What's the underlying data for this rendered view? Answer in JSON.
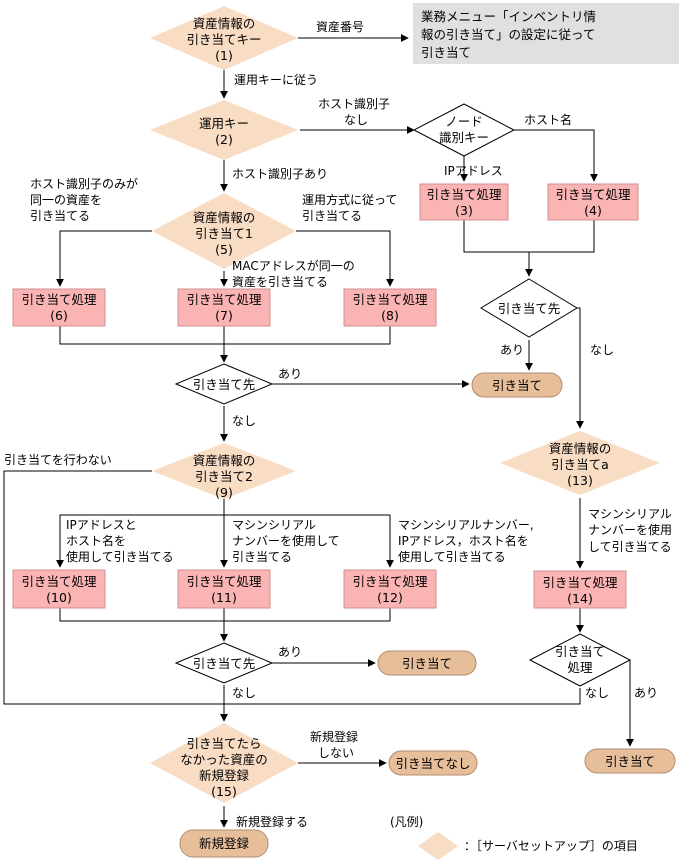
{
  "nodes": {
    "d1": {
      "line1": "資産情報の",
      "line2": "引き当てキー",
      "num": "(1)"
    },
    "note": {
      "line1": "業務メニュー「インベントリ情",
      "line2": "報の引き当て」の設定に従って",
      "line3": "引き当て"
    },
    "d2": {
      "line1": "運用キー",
      "num": "(2)"
    },
    "node_key": {
      "line1": "ノード",
      "line2": "識別キー"
    },
    "p3": {
      "line1": "引き当て処理",
      "num": "(3)"
    },
    "p4": {
      "line1": "引き当て処理",
      "num": "(4)"
    },
    "d5": {
      "line1": "資産情報の",
      "line2": "引き当て1",
      "num": "(5)"
    },
    "p6": {
      "line1": "引き当て処理",
      "num": "(6)"
    },
    "p7": {
      "line1": "引き当て処理",
      "num": "(7)"
    },
    "p8": {
      "line1": "引き当て処理",
      "num": "(8)"
    },
    "dest_a": {
      "line1": "引き当て先"
    },
    "dest_b": {
      "line1": "引き当て先"
    },
    "term1": {
      "label": "引き当て"
    },
    "d13": {
      "line1": "資産情報の",
      "line2": "引き当てa",
      "num": "(13)"
    },
    "d9": {
      "line1": "資産情報の",
      "line2": "引き当て2",
      "num": "(9)"
    },
    "p10": {
      "line1": "引き当て処理",
      "num": "(10)"
    },
    "p11": {
      "line1": "引き当て処理",
      "num": "(11)"
    },
    "p12": {
      "line1": "引き当て処理",
      "num": "(12)"
    },
    "p14": {
      "line1": "引き当て処理",
      "num": "(14)"
    },
    "dest_c": {
      "line1": "引き当て先"
    },
    "term2": {
      "label": "引き当て"
    },
    "dest_d": {
      "line1": "引き当て",
      "line2": "処理"
    },
    "d15": {
      "line1": "引き当てたら",
      "line2": "なかった資産の",
      "line3": "新規登録",
      "num": "(15)"
    },
    "term3": {
      "label": "引き当てなし"
    },
    "term4": {
      "label": "引き当て"
    },
    "term5": {
      "label": "新規登録"
    }
  },
  "edge_labels": {
    "asset_no": "資産番号",
    "follow_key": "運用キーに従う",
    "host_none_1": "ホスト識別子",
    "host_none_2": "なし",
    "host_name": "ホスト名",
    "ip_addr": "IPアドレス",
    "host_exists": "ホスト識別子あり",
    "host_only_1": "ホスト識別子のみが",
    "host_only_2": "同一の資産を",
    "host_only_3": "引き当てる",
    "by_method_1": "運用方式に従って",
    "by_method_2": "引き当てる",
    "mac_1": "MACアドレスが同一の",
    "mac_2": "資産を引き当てる",
    "ari_1": "あり",
    "nashi_1": "なし",
    "ari_2": "あり",
    "nashi_2": "なし",
    "no_assign": "引き当てを行わない",
    "machine_a_1": "マシンシリアル",
    "machine_a_2": "ナンバーを使用",
    "machine_a_3": "して引き当てる",
    "ip_host_1": "IPアドレスと",
    "ip_host_2": "ホスト名を",
    "ip_host_3": "使用して引き当てる",
    "serial_1": "マシンシリアル",
    "serial_2": "ナンバーを使用して",
    "serial_3": "引き当てる",
    "serial_ip_1": "マシンシリアルナンバー,",
    "serial_ip_2": "IPアドレス，ホスト名を",
    "serial_ip_3": "使用して引き当てる",
    "ari_3": "あり",
    "nashi_3": "なし",
    "nashi_4": "なし",
    "ari_4": "あり",
    "reg_no_1": "新規登録",
    "reg_no_2": "しない",
    "reg_yes": "新規登録する"
  },
  "legend": {
    "title": "(凡例)",
    "desc": "：［サーバセットアップ］の項目"
  },
  "colors": {
    "setup_diamond": "#f9dcc4",
    "process_box": "#fbb4b4",
    "terminal": "#e6be9a",
    "note_box": "#e0e0e0"
  }
}
